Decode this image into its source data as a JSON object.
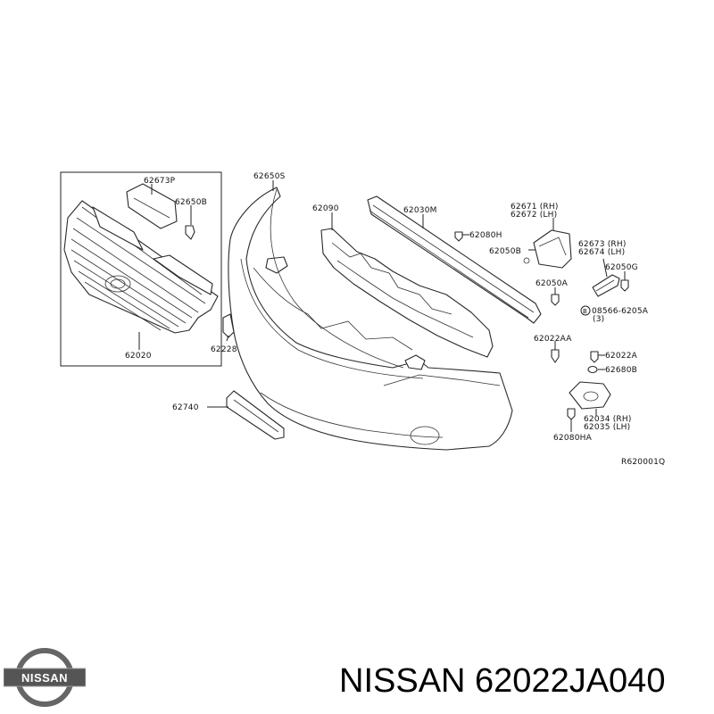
{
  "labels": {
    "p62673P": "62673P",
    "p62650B": "62650B",
    "p62020": "62020",
    "p62650S": "62650S",
    "p62090": "62090",
    "p62030M": "62030M",
    "p62228": "62228",
    "p62740": "62740",
    "p62671": "62671 (RH)",
    "p62672": "62672 (LH)",
    "p62080H": "62080H",
    "p62050B": "62050B",
    "p62673": "62673 (RH)",
    "p62674": "62674 (LH)",
    "p62050G": "62050G",
    "p62050A": "62050A",
    "p08566": "08566-6205A",
    "p08566_qty": "(3)",
    "p08566_marker": "B",
    "p62022AA": "62022AA",
    "p62022A": "62022A",
    "p62680B": "62680B",
    "p62034": "62034 (RH)",
    "p62035": "62035 (LH)",
    "p62080HA": "62080HA",
    "ref": "R620001Q"
  },
  "brand": "NISSAN",
  "part_number": "62022JA040",
  "caption": "NISSAN 62022JA040"
}
